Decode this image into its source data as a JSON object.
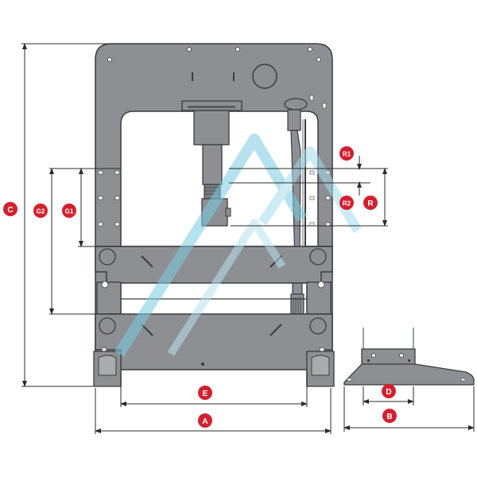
{
  "colors": {
    "frame_fill": "#8d8f92",
    "frame_stroke": "#3a3c3f",
    "dimension_line": "#2b2b2b",
    "badge": "#d3202f",
    "badge_text": "#ffffff",
    "watermark": "#6fc5e0"
  },
  "dimension_labels": {
    "A": "A",
    "B": "B",
    "C": "C",
    "D": "D",
    "E": "E",
    "G1": "G1",
    "G2": "G2",
    "R": "R",
    "R1": "R1",
    "R2": "R2"
  },
  "watermark": {
    "icon": "mountain-logo-watermark"
  }
}
